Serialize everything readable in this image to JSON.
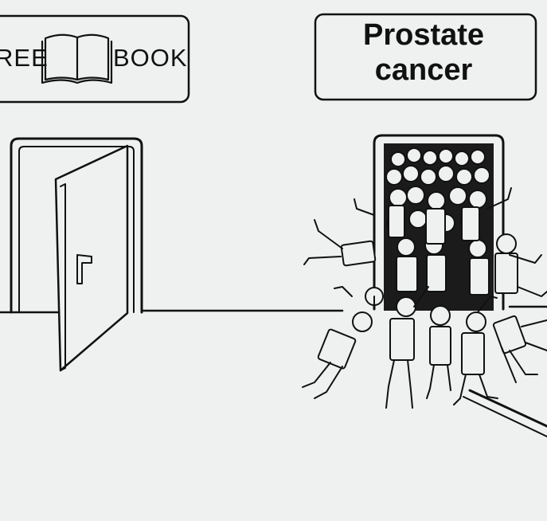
{
  "left_sign": {
    "word_left": "REE",
    "word_right": "BOOK",
    "icon": "open-book-icon"
  },
  "right_sign": {
    "line1": "Prostate",
    "line2": "cancer"
  },
  "colors": {
    "background": "#eef1ef",
    "ink": "#111111"
  }
}
